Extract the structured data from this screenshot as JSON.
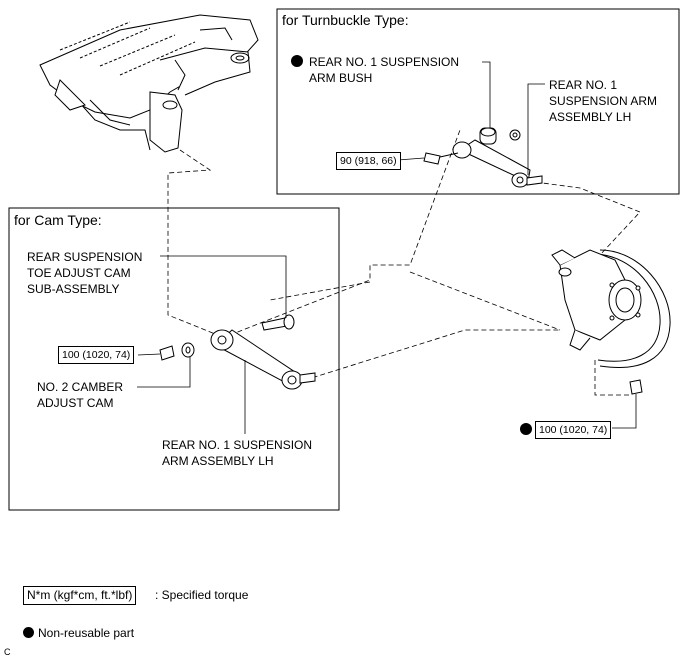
{
  "turnbuckle": {
    "title": "for Turnbuckle Type:",
    "bush_label_1": "REAR NO. 1 SUSPENSION",
    "bush_label_2": "ARM BUSH",
    "arm_label_1": "REAR NO. 1",
    "arm_label_2": "SUSPENSION ARM",
    "arm_label_3": "ASSEMBLY LH",
    "torque": "90 (918, 66)"
  },
  "cam": {
    "title": "for Cam Type:",
    "toe_label_1": "REAR SUSPENSION",
    "toe_label_2": "TOE ADJUST CAM",
    "toe_label_3": "SUB-ASSEMBLY",
    "torque": "100 (1020, 74)",
    "camber_label_1": "NO. 2 CAMBER",
    "camber_label_2": "ADJUST CAM",
    "arm_label_1": "REAR NO. 1 SUSPENSION",
    "arm_label_2": "ARM ASSEMBLY LH"
  },
  "knuckle_torque": "100 (1020, 74)",
  "legend": {
    "torque_box": "N*m (kgf*cm, ft.*lbf)",
    "torque_text": ": Specified torque",
    "nonreusable_text": "Non-reusable part"
  },
  "corner_code": "C"
}
